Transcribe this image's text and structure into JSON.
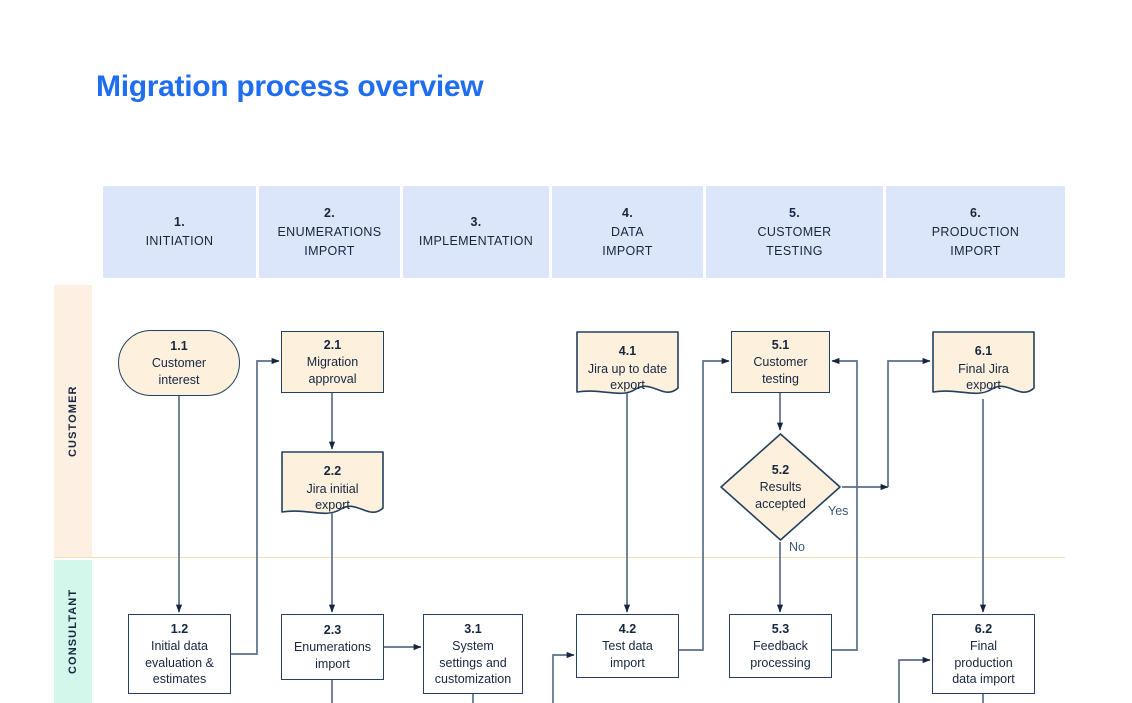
{
  "title": "Migration process overview",
  "colors": {
    "title": "#1f6df0",
    "phase_header_fill": "#dce6fa",
    "node_fill": "#fdf0dd",
    "node_stroke": "#23405f",
    "lane_customer_fill": "#fdf0e2",
    "lane_consultant_fill": "#d4f7ec",
    "lane_divider": "#f5dfb8",
    "text": "#16263f",
    "edge": "#5b6f87"
  },
  "phases": [
    {
      "num": "1.",
      "label": "INITIATION"
    },
    {
      "num": "2.",
      "label": "ENUMERATIONS\nIMPORT"
    },
    {
      "num": "3.",
      "label": "IMPLEMENTATION"
    },
    {
      "num": "4.",
      "label": "DATA\nIMPORT"
    },
    {
      "num": "5.",
      "label": "CUSTOMER\nTESTING"
    },
    {
      "num": "6.",
      "label": "PRODUCTION\nIMPORT"
    }
  ],
  "lanes": [
    {
      "name": "CUSTOMER"
    },
    {
      "name": "CONSULTANT"
    }
  ],
  "nodes": [
    {
      "id": "1.1",
      "num": "1.1",
      "label": "Customer\ninterest",
      "shape": "stadium"
    },
    {
      "id": "2.1",
      "num": "2.1",
      "label": "Migration\napproval",
      "shape": "box"
    },
    {
      "id": "2.2",
      "num": "2.2",
      "label": "Jira initial\nexport",
      "shape": "document"
    },
    {
      "id": "4.1",
      "num": "4.1",
      "label": "Jira up to date\nexport",
      "shape": "document"
    },
    {
      "id": "5.1",
      "num": "5.1",
      "label": "Customer\ntesting",
      "shape": "box"
    },
    {
      "id": "5.2",
      "num": "5.2",
      "label": "Results\naccepted",
      "shape": "diamond"
    },
    {
      "id": "6.1",
      "num": "6.1",
      "label": "Final Jira\nexport",
      "shape": "document"
    },
    {
      "id": "1.2",
      "num": "1.2",
      "label": "Initial data\nevaluation &\nestimates",
      "shape": "box-white"
    },
    {
      "id": "2.3",
      "num": "2.3",
      "label": "Enumerations\nimport",
      "shape": "box-white"
    },
    {
      "id": "3.1",
      "num": "3.1",
      "label": "System\nsettings and\ncustomization",
      "shape": "box-white"
    },
    {
      "id": "4.2",
      "num": "4.2",
      "label": "Test data\nimport",
      "shape": "box-white"
    },
    {
      "id": "5.3",
      "num": "5.3",
      "label": "Feedback\nprocessing",
      "shape": "box-white"
    },
    {
      "id": "6.2",
      "num": "6.2",
      "label": "Final\nproduction\ndata import",
      "shape": "box-white"
    }
  ],
  "edge_labels": {
    "yes": "Yes",
    "no": "No"
  }
}
